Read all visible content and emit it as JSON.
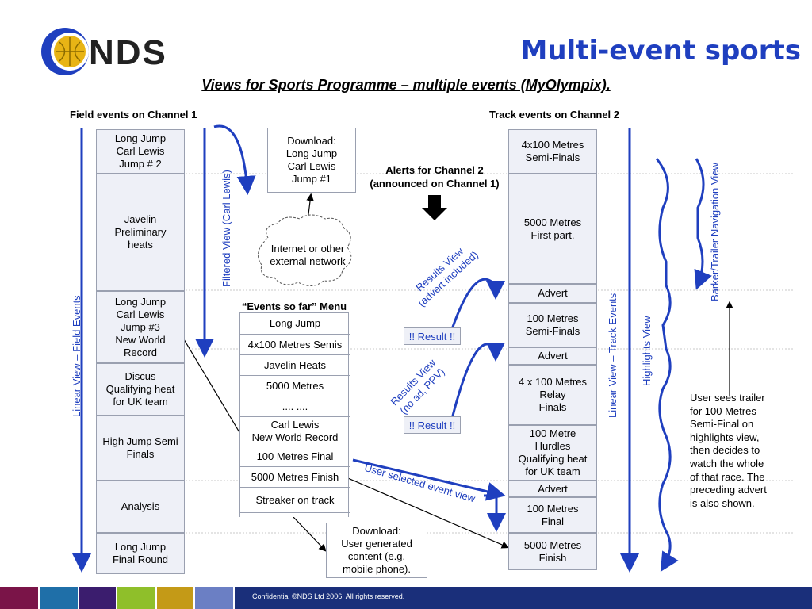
{
  "header": {
    "logo_text": "NDS",
    "title": "Multi-event sports",
    "subtitle": "Views for Sports Programme – multiple events (MyOlympix)."
  },
  "colors": {
    "title_blue": "#1f3fbf",
    "footer_bar": "#1a2f7a",
    "footer_blocks": [
      "#7a1448",
      "#1f6fa8",
      "#3b1d6e",
      "#8fbf2a",
      "#c49a17",
      "#6b7fc4"
    ]
  },
  "field": {
    "heading": "Field events on Channel 1",
    "linear_label": "Linear View – Field Events",
    "filtered_label": "Filtered View (Carl Lewis)",
    "events": [
      "Long Jump\nCarl Lewis\nJump # 2",
      "Javelin\nPreliminary\nheats",
      "Long Jump\nCarl Lewis\nJump #3\nNew World\nRecord",
      "Discus\nQualifying heat\nfor UK team",
      "High Jump Semi\nFinals",
      "Analysis",
      "Long Jump\nFinal Round"
    ]
  },
  "center": {
    "download1": "Download:\nLong Jump\nCarl Lewis\nJump #1",
    "network": "Internet or other\nexternal network",
    "menu_title": "“Events so far” Menu",
    "menu_items": [
      "Long Jump",
      "4x100 Metres Semis",
      "Javelin Heats",
      "5000 Metres",
      ".... ....",
      "Carl Lewis\nNew World Record",
      "100 Metres Final",
      "5000 Metres Finish",
      "Streaker on track"
    ],
    "download2": "Download:\nUser generated\ncontent (e.g.\nmobile phone).",
    "alerts": "Alerts for Channel 2\n(announced on Channel 1)",
    "results_advert": "Results View\n(advert included)",
    "results_noad": "Results View\n(no ad, PPV)",
    "result_label": "!! Result !!",
    "user_selected": "User selected event view"
  },
  "track": {
    "heading": "Track events on Channel 2",
    "linear_label": "Linear View – Track Events",
    "highlights_label": "Highlights View",
    "barker_label": "Barker/Trailer Navigation View",
    "events": [
      "4x100 Metres\nSemi-Finals",
      "5000 Metres\nFirst part.",
      "Advert",
      "100 Metres\nSemi-Finals",
      "Advert",
      "4 x 100 Metres\nRelay\nFinals",
      "100 Metre\nHurdles\nQualifying heat\nfor UK team",
      "Advert",
      "100 Metres\nFinal",
      "5000 Metres\nFinish"
    ],
    "note": "User sees trailer\nfor 100 Metres\nSemi-Final on\nhighlights view,\nthen decides to\nwatch the whole\nof that race. The\npreceding advert\nis also shown."
  },
  "footer": {
    "text": "Confidential ©NDS Ltd 2006. All rights reserved."
  }
}
